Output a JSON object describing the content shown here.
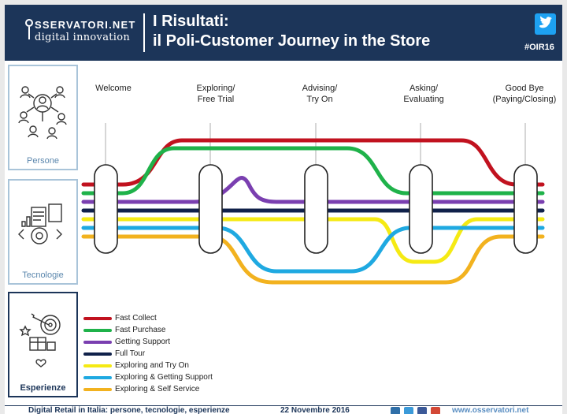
{
  "header": {
    "logo_top": "SSERVATORI.NET",
    "logo_bottom": "digital innovation",
    "title_line1": "I Risultati:",
    "title_line2": "il Poli-Customer Journey in the Store",
    "hashtag": "#OIR16",
    "twitter_icon": "twitter-bird-icon"
  },
  "sidebar": {
    "persone": "Persone",
    "tecnologie": "Tecnologie",
    "esperienze": "Esperienze"
  },
  "stages": [
    {
      "label_line1": "Welcome",
      "label_line2": ""
    },
    {
      "label_line1": "Exploring/",
      "label_line2": "Free Trial"
    },
    {
      "label_line1": "Advising/",
      "label_line2": "Try On"
    },
    {
      "label_line1": "Asking/",
      "label_line2": "Evaluating"
    },
    {
      "label_line1": "Good Bye",
      "label_line2": "(Paying/Closing)"
    }
  ],
  "journeys": [
    {
      "name": "Fast Collect",
      "color": "#c1121f"
    },
    {
      "name": "Fast Purchase",
      "color": "#1fb24a"
    },
    {
      "name": "Getting Support",
      "color": "#7a3fb0"
    },
    {
      "name": "Full Tour",
      "color": "#10214a"
    },
    {
      "name": "Exploring and Try On",
      "color": "#f5ea14"
    },
    {
      "name": "Exploring & Getting Support",
      "color": "#1fa9e1"
    },
    {
      "name": "Exploring & Self Service",
      "color": "#f2b21f"
    }
  ],
  "footer": {
    "title": "Digital Retail in Italia: persone, tecnologie, esperienze",
    "date": "22 Novembre 2016",
    "url": "www.osservatori.net",
    "social_icons": [
      "linkedin-icon",
      "twitter-icon",
      "facebook-icon",
      "googleplus-icon"
    ]
  }
}
